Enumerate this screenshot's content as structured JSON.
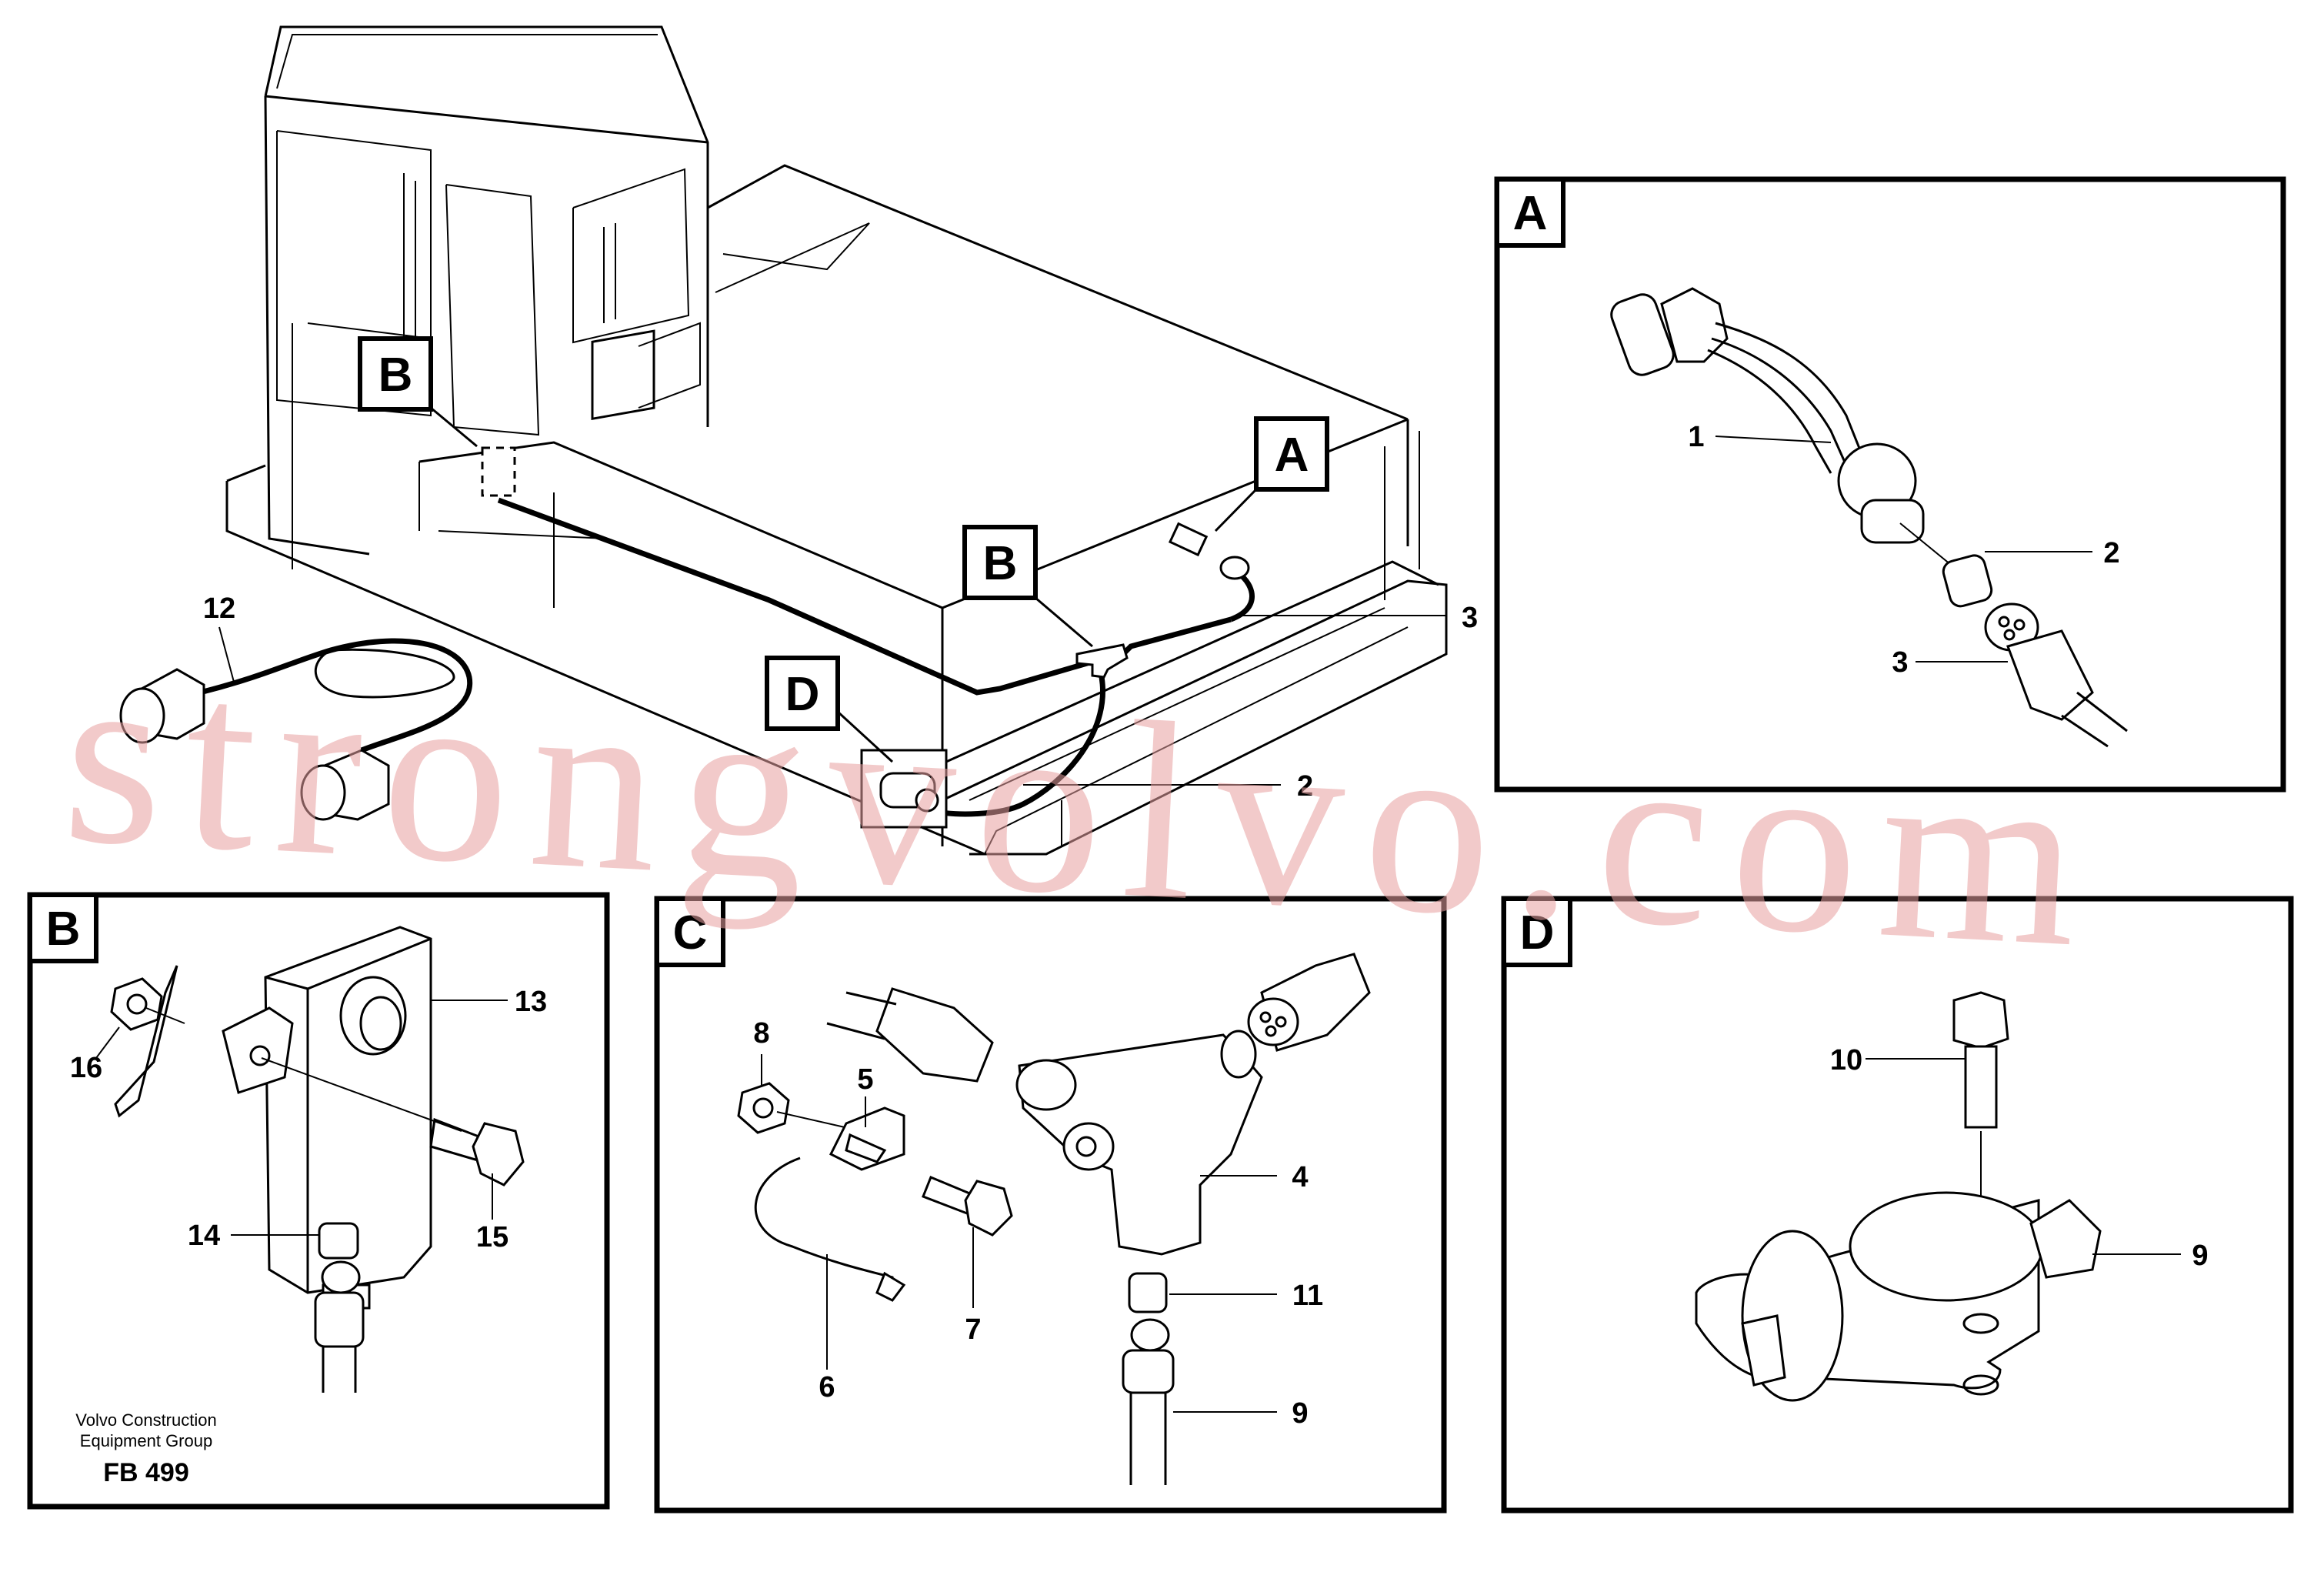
{
  "panels": {
    "A": {
      "label": "A"
    },
    "B": {
      "label": "B"
    },
    "C": {
      "label": "C"
    },
    "D": {
      "label": "D"
    }
  },
  "overview_tags": {
    "A": "A",
    "B_cab": "B",
    "B_tank": "B",
    "D": "D"
  },
  "callouts": {
    "overview": {
      "n12": "12",
      "n3": "3",
      "n2": "2"
    },
    "panel_a": {
      "n1": "1",
      "n2": "2",
      "n3": "3"
    },
    "panel_b": {
      "n13": "13",
      "n16": "16",
      "n15": "15",
      "n14": "14"
    },
    "panel_c": {
      "n8": "8",
      "n5": "5",
      "n4": "4",
      "n7": "7",
      "n11": "11",
      "n6": "6",
      "n9": "9"
    },
    "panel_d": {
      "n10": "10",
      "n9": "9"
    }
  },
  "footer": {
    "line1": "Volvo Construction",
    "line2": "Equipment Group",
    "code": "FB 499"
  },
  "watermark": "strongvolvo.com",
  "colors": {
    "ink": "#000000",
    "watermark": "#e8a0a0",
    "background": "#ffffff"
  }
}
